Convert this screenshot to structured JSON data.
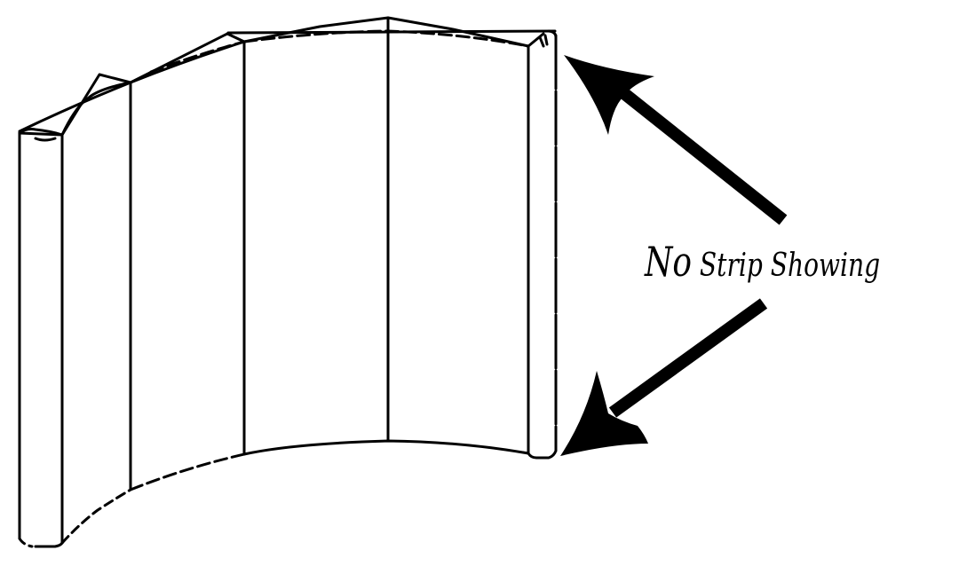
{
  "diagram": {
    "subject": "curved pop-up display wall with end poles",
    "callout": {
      "word1": "No",
      "rest": " Strip Showing"
    },
    "arrows": [
      {
        "name": "upper-arrow",
        "points_to": "top of right end pole"
      },
      {
        "name": "lower-arrow",
        "points_to": "bottom of right end pole"
      }
    ],
    "colors": {
      "ink": "#000000",
      "background": "#ffffff"
    }
  }
}
